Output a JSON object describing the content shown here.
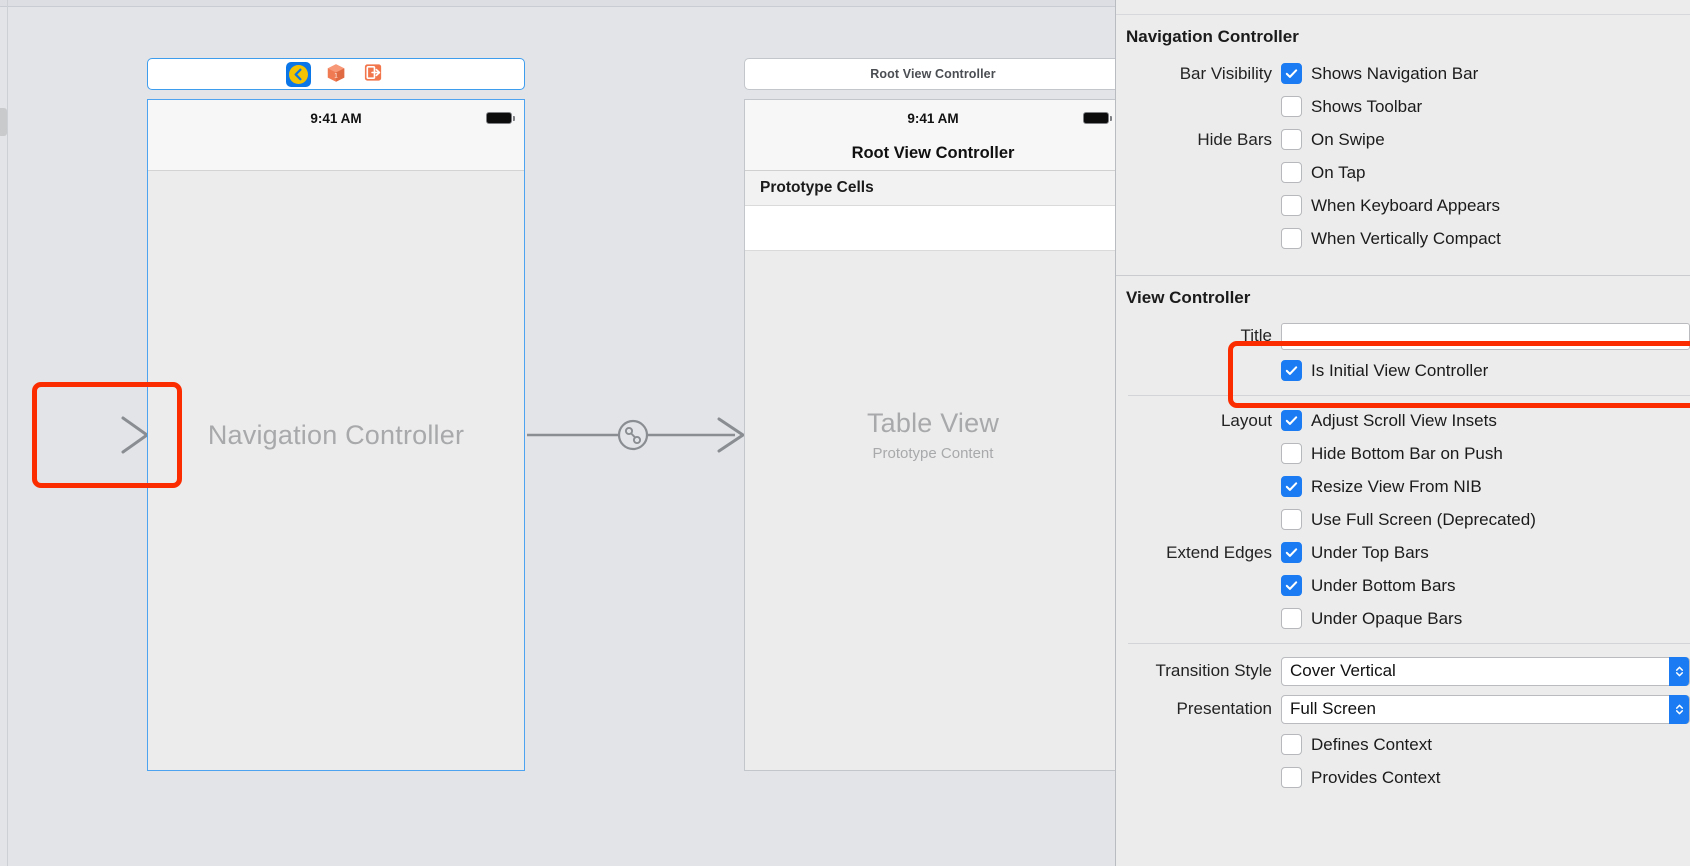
{
  "canvas": {
    "scene_navigation_controller": {
      "dock_icons": [
        "view-controller-icon",
        "first-responder-icon",
        "exit-icon"
      ],
      "status_time": "9:41 AM",
      "placeholder": "Navigation Controller"
    },
    "scene_root_view_controller": {
      "dock_label": "Root View Controller",
      "status_time": "9:41 AM",
      "nav_title": "Root View Controller",
      "section_header": "Prototype Cells",
      "placeholder": "Table View",
      "placeholder_sub": "Prototype Content"
    },
    "highlight_color": "#fb2d00"
  },
  "inspector": {
    "sections": [
      {
        "title": "Navigation Controller",
        "rows": [
          {
            "label": "Bar Visibility",
            "type": "checkbox",
            "checked": true,
            "text": "Shows Navigation Bar"
          },
          {
            "label": "",
            "type": "checkbox",
            "checked": false,
            "text": "Shows Toolbar"
          },
          {
            "label": "Hide Bars",
            "type": "checkbox",
            "checked": false,
            "text": "On Swipe"
          },
          {
            "label": "",
            "type": "checkbox",
            "checked": false,
            "text": "On Tap"
          },
          {
            "label": "",
            "type": "checkbox",
            "checked": false,
            "text": "When Keyboard Appears"
          },
          {
            "label": "",
            "type": "checkbox",
            "checked": false,
            "text": "When Vertically Compact"
          }
        ]
      },
      {
        "title": "View Controller",
        "rows": [
          {
            "label": "Title",
            "type": "textfield",
            "value": ""
          },
          {
            "label": "",
            "type": "checkbox",
            "checked": true,
            "text": "Is Initial View Controller"
          },
          {
            "divider": true
          },
          {
            "label": "Layout",
            "type": "checkbox",
            "checked": true,
            "text": "Adjust Scroll View Insets"
          },
          {
            "label": "",
            "type": "checkbox",
            "checked": false,
            "text": "Hide Bottom Bar on Push"
          },
          {
            "label": "",
            "type": "checkbox",
            "checked": true,
            "text": "Resize View From NIB"
          },
          {
            "label": "",
            "type": "checkbox",
            "checked": false,
            "text": "Use Full Screen (Deprecated)"
          },
          {
            "label": "Extend Edges",
            "type": "checkbox",
            "checked": true,
            "text": "Under Top Bars"
          },
          {
            "label": "",
            "type": "checkbox",
            "checked": true,
            "text": "Under Bottom Bars"
          },
          {
            "label": "",
            "type": "checkbox",
            "checked": false,
            "text": "Under Opaque Bars"
          },
          {
            "divider": true
          },
          {
            "label": "Transition Style",
            "type": "popup",
            "value": "Cover Vertical"
          },
          {
            "label": "Presentation",
            "type": "popup",
            "value": "Full Screen"
          },
          {
            "label": "",
            "type": "checkbox",
            "checked": false,
            "text": "Defines Context"
          },
          {
            "label": "",
            "type": "checkbox",
            "checked": false,
            "text": "Provides Context"
          }
        ]
      }
    ]
  }
}
